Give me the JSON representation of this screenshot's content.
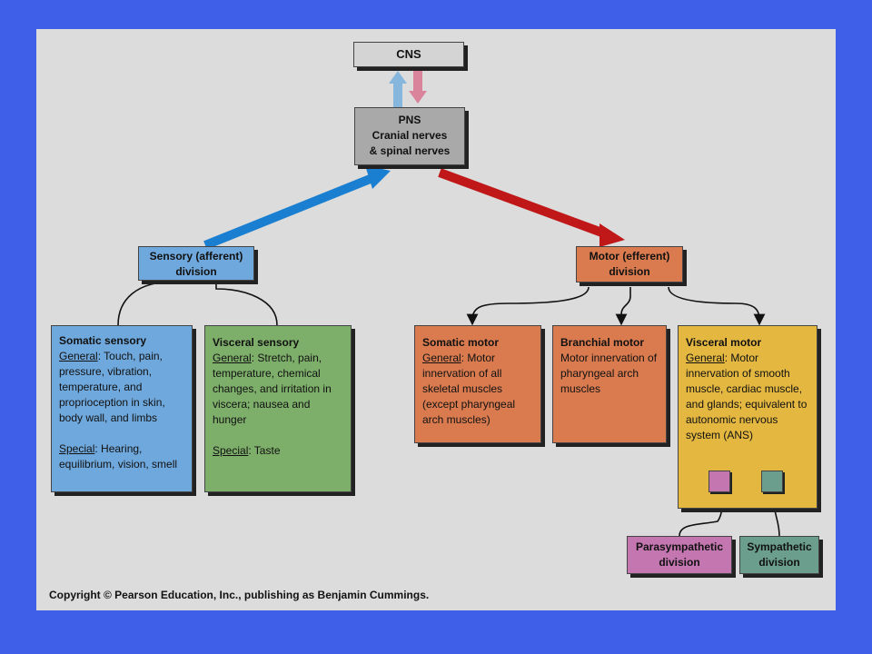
{
  "colors": {
    "background": "#3f5fe8",
    "panel": "#dcdcdc",
    "sensory_arrow": "#1a7fd0",
    "motor_arrow": "#c01818",
    "cns_up_arrow": "#86b6dc",
    "cns_down_arrow": "#d9849a",
    "sensory_box": "#6fa8dc",
    "visceral_sensory_box": "#7dae6a",
    "motor_box": "#d97b4f",
    "visceral_motor_box": "#e3b740",
    "parasympathetic_box": "#c376b0",
    "sympathetic_box": "#6b9e8c",
    "cns_box": "#d4d4d4",
    "pns_box": "#a9a9a9"
  },
  "cns": {
    "label": "CNS"
  },
  "pns": {
    "line1": "PNS",
    "line2": "Cranial nerves",
    "line3": "& spinal nerves"
  },
  "sensory_division": {
    "line1": "Sensory (afferent)",
    "line2": "division"
  },
  "motor_division": {
    "line1": "Motor (efferent)",
    "line2": "division"
  },
  "somatic_sensory": {
    "title": "Somatic sensory",
    "general_label": "General",
    "general_text": ": Touch, pain, pressure, vibration, temperature, and proprioception in skin, body wall, and limbs",
    "special_label": "Special",
    "special_text": ": Hearing, equilibrium, vision, smell"
  },
  "visceral_sensory": {
    "title": "Visceral sensory",
    "general_label": "General",
    "general_text": ": Stretch, pain, temperature, chemical changes, and irritation in viscera; nausea and hunger",
    "special_label": "Special",
    "special_text": ": Taste"
  },
  "somatic_motor": {
    "title": "Somatic motor",
    "general_label": "General",
    "general_text": ": Motor innervation of all skeletal muscles (except pharyngeal arch muscles)"
  },
  "branchial_motor": {
    "title": "Branchial motor",
    "text": "Motor innervation of pharyngeal arch muscles"
  },
  "visceral_motor": {
    "title": "Visceral motor",
    "general_label": "General",
    "general_text": ": Motor innervation of smooth muscle, cardiac muscle, and glands; equivalent to autonomic nervous system (ANS)"
  },
  "parasympathetic": {
    "line1": "Parasympathetic",
    "line2": "division"
  },
  "sympathetic": {
    "line1": "Sympathetic",
    "line2": "division"
  },
  "copyright": "Copyright © Pearson Education, Inc., publishing as Benjamin Cummings."
}
